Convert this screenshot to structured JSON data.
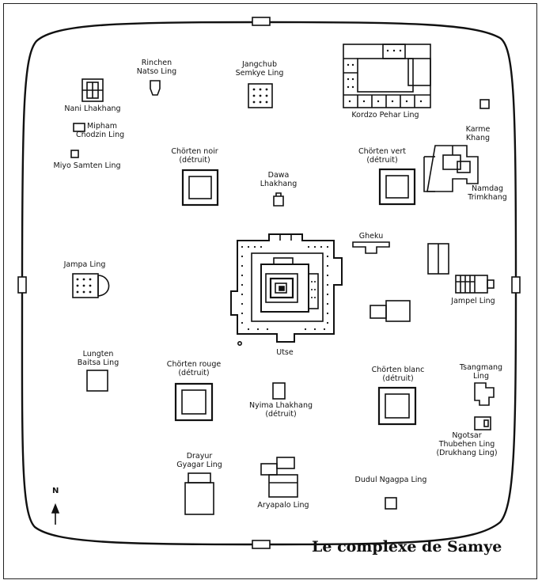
{
  "title": "Le complexe de Samye",
  "north": "N",
  "labels": {
    "rinchen_1": "Rinchen",
    "rinchen_2": "Natso Ling",
    "jangchub_1": "Jangchub",
    "jangchub_2": "Semkye Ling",
    "kordzo": "Kordzo Pehar Ling",
    "nani": "Nani Lhakhang",
    "mipham_1": "Mipham",
    "mipham_2": "Chodzin Ling",
    "miyo": "Miyo Samten Ling",
    "chorten_noir_1": "Chörten noir",
    "chorten_noir_2": "(détruit)",
    "chorten_vert_1": "Chörten vert",
    "chorten_vert_2": "(détruit)",
    "karme_1": "Karme",
    "karme_2": "Khang",
    "namdag_1": "Namdag",
    "namdag_2": "Trimkhang",
    "dawa_1": "Dawa",
    "dawa_2": "Lhakhang",
    "gheku": "Gheku",
    "jampa": "Jampa Ling",
    "jampel": "Jampel Ling",
    "utse": "Utse",
    "lungten_1": "Lungten",
    "lungten_2": "Baitsa Ling",
    "chorten_rouge_1": "Chörten rouge",
    "chorten_rouge_2": "(détruit)",
    "nyima_1": "Nyima Lhakhang",
    "nyima_2": "(détruit)",
    "chorten_blanc_1": "Chörten blanc",
    "chorten_blanc_2": "(détruit)",
    "tsangmang_1": "Tsangmang",
    "tsangmang_2": "Ling",
    "ngotsar_1": "Ngotsar",
    "ngotsar_2": "Thubehen Ling",
    "ngotsar_3": "(Drukhang Ling)",
    "drayur_1": "Drayur",
    "drayur_2": "Gyagar Ling",
    "aryapalo": "Aryapalo Ling",
    "dudul": "Dudul Ngagpa Ling"
  },
  "colors": {
    "ink": "#111111",
    "fill": "#ffffff"
  }
}
